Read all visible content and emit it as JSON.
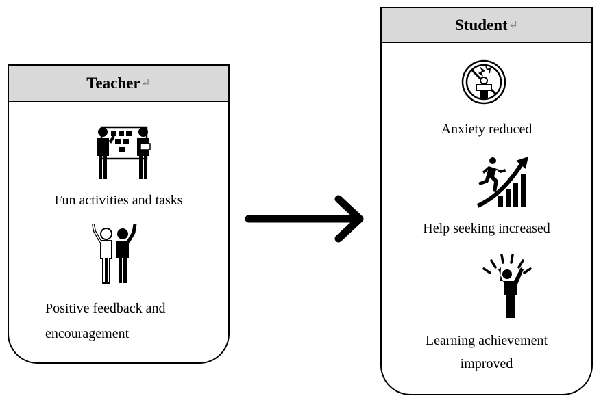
{
  "teacher": {
    "title": "Teacher",
    "items": [
      {
        "icon": "classroom-board-icon",
        "label": "Fun activities and tasks"
      },
      {
        "icon": "cheering-people-icon",
        "label_lines": [
          "Positive feedback and",
          "encouragement"
        ]
      }
    ]
  },
  "student": {
    "title": "Student",
    "items": [
      {
        "icon": "anxiety-reduced-icon",
        "label": "Anxiety reduced"
      },
      {
        "icon": "climbing-growth-icon",
        "label": "Help seeking increased"
      },
      {
        "icon": "celebrating-person-icon",
        "label_lines": [
          "Learning achievement",
          "improved"
        ]
      }
    ]
  },
  "return_mark": "↵",
  "colors": {
    "header_bg": "#d9d9d9",
    "border": "#000000",
    "return_mark": "#8c8c8c"
  }
}
